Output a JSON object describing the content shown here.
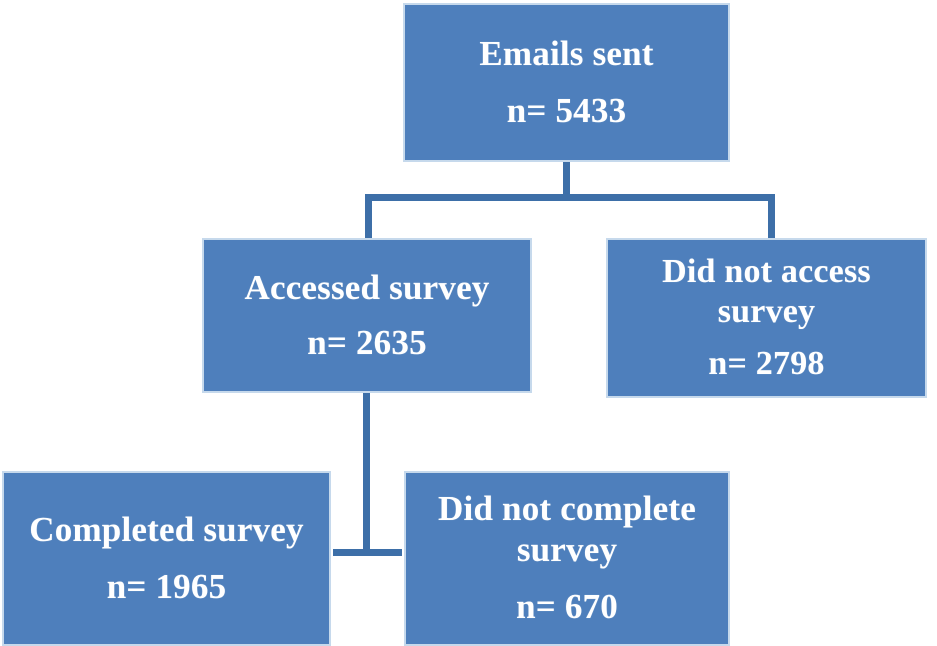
{
  "chart_data": {
    "type": "diagram",
    "diagram_kind": "flowchart",
    "title": "",
    "colors": {
      "node_fill": "#4E7FBC",
      "node_border": "#C6D9EC",
      "node_text": "#FFFFFF",
      "connector": "#3D6FA8",
      "background": "#FFFFFF"
    },
    "nodes": [
      {
        "id": "emails-sent",
        "label": "Emails sent",
        "count_text": "n= 5433",
        "n": 5433,
        "row": 1
      },
      {
        "id": "accessed-survey",
        "label": "Accessed survey",
        "count_text": "n= 2635",
        "n": 2635,
        "row": 2
      },
      {
        "id": "did-not-access",
        "label": "Did not access survey",
        "count_text": "n= 2798",
        "n": 2798,
        "row": 2
      },
      {
        "id": "completed-survey",
        "label": "Completed survey",
        "count_text": "n= 1965",
        "n": 1965,
        "row": 3
      },
      {
        "id": "did-not-complete",
        "label": "Did not complete survey",
        "count_text": "n= 670",
        "n": 670,
        "row": 3
      }
    ],
    "edges": [
      {
        "from": "emails-sent",
        "to": "accessed-survey"
      },
      {
        "from": "emails-sent",
        "to": "did-not-access"
      },
      {
        "from": "accessed-survey",
        "to": "completed-survey"
      },
      {
        "from": "accessed-survey",
        "to": "did-not-complete"
      }
    ]
  },
  "nodes": {
    "emails_sent": {
      "label": "Emails sent",
      "count": "n= 5433"
    },
    "accessed_survey": {
      "label": "Accessed survey",
      "count": "n= 2635"
    },
    "did_not_access": {
      "label": "Did not access survey",
      "count": "n= 2798"
    },
    "completed_survey": {
      "label": "Completed survey",
      "count": "n= 1965"
    },
    "did_not_complete": {
      "label": "Did not complete survey",
      "count": "n= 670"
    }
  }
}
